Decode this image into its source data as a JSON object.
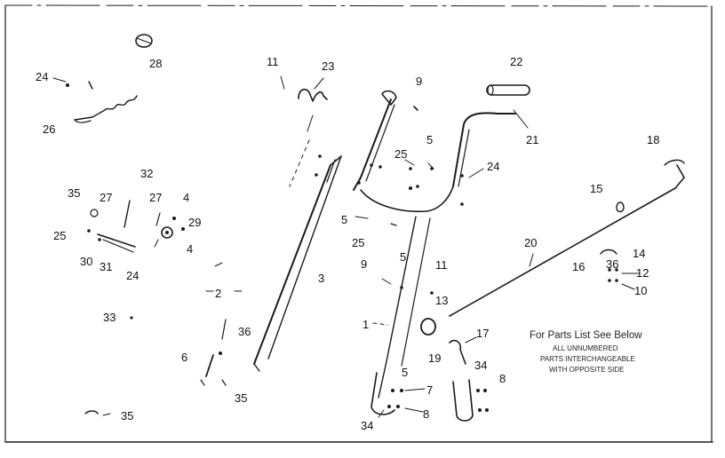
{
  "callouts": [
    {
      "id": "c28a",
      "text": "28"
    },
    {
      "id": "c24a",
      "text": "24"
    },
    {
      "id": "c26",
      "text": "26"
    },
    {
      "id": "c11a",
      "text": "11"
    },
    {
      "id": "c23",
      "text": "23"
    },
    {
      "id": "c9a",
      "text": "9"
    },
    {
      "id": "c22",
      "text": "22"
    },
    {
      "id": "c21",
      "text": "21"
    },
    {
      "id": "c5a",
      "text": "5"
    },
    {
      "id": "c25a",
      "text": "25"
    },
    {
      "id": "c24b",
      "text": "24"
    },
    {
      "id": "c18",
      "text": "18"
    },
    {
      "id": "c32",
      "text": "32"
    },
    {
      "id": "c35a",
      "text": "35"
    },
    {
      "id": "c27a",
      "text": "27"
    },
    {
      "id": "c27b",
      "text": "27"
    },
    {
      "id": "c4a",
      "text": "4"
    },
    {
      "id": "c29",
      "text": "29"
    },
    {
      "id": "c4b",
      "text": "4"
    },
    {
      "id": "c25b",
      "text": "25"
    },
    {
      "id": "c30",
      "text": "30"
    },
    {
      "id": "c31",
      "text": "31"
    },
    {
      "id": "c24c",
      "text": "24"
    },
    {
      "id": "c15",
      "text": "15"
    },
    {
      "id": "c5b",
      "text": "5"
    },
    {
      "id": "c25c",
      "text": "25"
    },
    {
      "id": "c20",
      "text": "20"
    },
    {
      "id": "c14",
      "text": "14"
    },
    {
      "id": "c16",
      "text": "16"
    },
    {
      "id": "c36a",
      "text": "36"
    },
    {
      "id": "c12",
      "text": "12"
    },
    {
      "id": "c10",
      "text": "10"
    },
    {
      "id": "c5c",
      "text": "5"
    },
    {
      "id": "c9b",
      "text": "9"
    },
    {
      "id": "c11b",
      "text": "11"
    },
    {
      "id": "c3",
      "text": "3"
    },
    {
      "id": "c2",
      "text": "2"
    },
    {
      "id": "c13",
      "text": "13"
    },
    {
      "id": "c33",
      "text": "33"
    },
    {
      "id": "c1",
      "text": "1"
    },
    {
      "id": "c36b",
      "text": "36"
    },
    {
      "id": "c17",
      "text": "17"
    },
    {
      "id": "c19",
      "text": "19"
    },
    {
      "id": "c6",
      "text": "6"
    },
    {
      "id": "c34a",
      "text": "34"
    },
    {
      "id": "c8a",
      "text": "8"
    },
    {
      "id": "c5d",
      "text": "5"
    },
    {
      "id": "c7",
      "text": "7"
    },
    {
      "id": "c35b",
      "text": "35"
    },
    {
      "id": "c8b",
      "text": "8"
    },
    {
      "id": "c34b",
      "text": "34"
    },
    {
      "id": "c35c",
      "text": "35"
    }
  ],
  "note_lines": [
    "For Parts List See Below",
    "ALL UNNUMBERED",
    "PARTS INTERCHANGEABLE",
    "WITH OPPOSITE SIDE"
  ]
}
